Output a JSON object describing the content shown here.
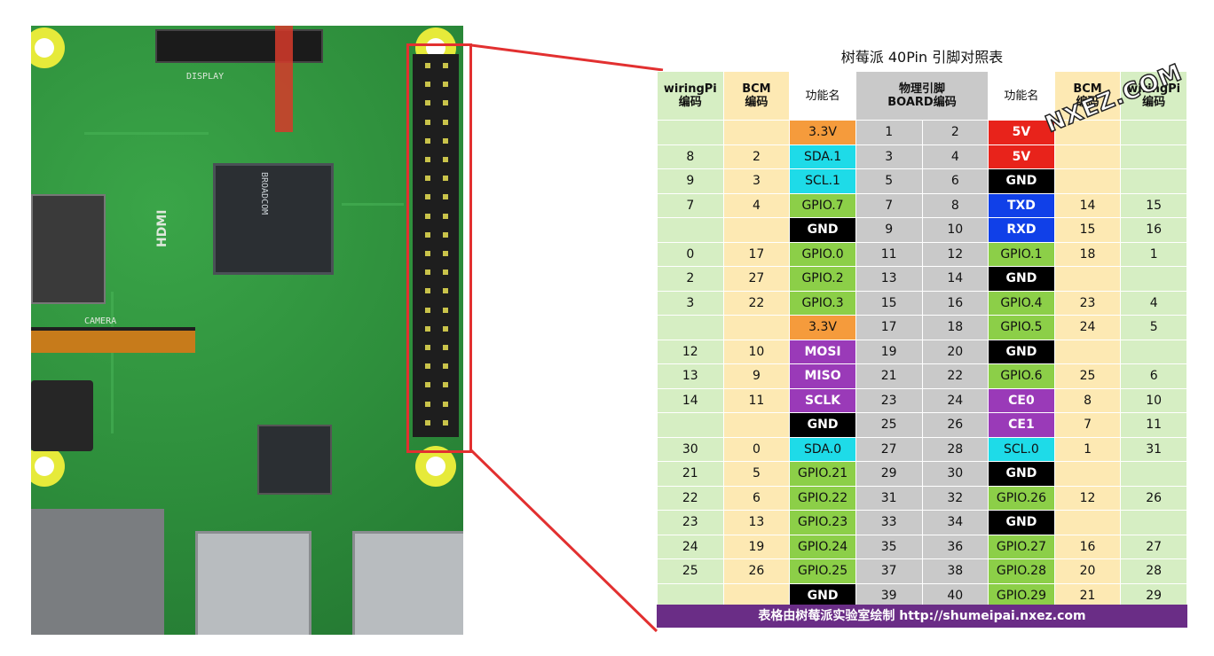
{
  "title": "树莓派 40Pin 引脚对照表",
  "footer": "表格由树莓派实验室绘制 http://shumeipai.nxez.com",
  "watermark": "NXEZ.COM",
  "colors": {
    "3.3v": "#f59b3c",
    "5v": "#e8231b",
    "gnd": "#000000",
    "i2c": "#1edbe8",
    "gpio": "#8ccf48",
    "uart": "#1040e8",
    "spi": "#9a3ab8",
    "wp_bg": "#d6eec3",
    "bcm_bg": "#fde9b3",
    "num_bg": "#c9c9c9",
    "footer_bg": "#6a2d86",
    "annotation": "#e23030"
  },
  "headers": {
    "wp_left": [
      "wiringPi",
      "编码"
    ],
    "bcm_left": [
      "BCM",
      "编码"
    ],
    "fn_left": "功能名",
    "board": [
      "物理引脚",
      "BOARD编码"
    ],
    "fn_right": "功能名",
    "bcm_right": [
      "BCM",
      "编码"
    ],
    "wp_right": [
      "wiringPi",
      "编码"
    ]
  },
  "board_labels": {
    "display": "DISPLAY",
    "camera": "CAMERA",
    "hdmi": "HDMI",
    "soc": "BROADCOM"
  },
  "rows": [
    {
      "wp_l": "",
      "bcm_l": "",
      "fn_l": "3.3V",
      "c_l": "3.3v",
      "p_l": "1",
      "p_r": "2",
      "fn_r": "5V",
      "c_r": "5v",
      "bcm_r": "",
      "wp_r": ""
    },
    {
      "wp_l": "8",
      "bcm_l": "2",
      "fn_l": "SDA.1",
      "c_l": "i2c",
      "p_l": "3",
      "p_r": "4",
      "fn_r": "5V",
      "c_r": "5v",
      "bcm_r": "",
      "wp_r": ""
    },
    {
      "wp_l": "9",
      "bcm_l": "3",
      "fn_l": "SCL.1",
      "c_l": "i2c",
      "p_l": "5",
      "p_r": "6",
      "fn_r": "GND",
      "c_r": "gnd",
      "bcm_r": "",
      "wp_r": ""
    },
    {
      "wp_l": "7",
      "bcm_l": "4",
      "fn_l": "GPIO.7",
      "c_l": "gpio",
      "p_l": "7",
      "p_r": "8",
      "fn_r": "TXD",
      "c_r": "uart",
      "bcm_r": "14",
      "wp_r": "15"
    },
    {
      "wp_l": "",
      "bcm_l": "",
      "fn_l": "GND",
      "c_l": "gnd",
      "p_l": "9",
      "p_r": "10",
      "fn_r": "RXD",
      "c_r": "uart",
      "bcm_r": "15",
      "wp_r": "16"
    },
    {
      "wp_l": "0",
      "bcm_l": "17",
      "fn_l": "GPIO.0",
      "c_l": "gpio",
      "p_l": "11",
      "p_r": "12",
      "fn_r": "GPIO.1",
      "c_r": "gpio",
      "bcm_r": "18",
      "wp_r": "1"
    },
    {
      "wp_l": "2",
      "bcm_l": "27",
      "fn_l": "GPIO.2",
      "c_l": "gpio",
      "p_l": "13",
      "p_r": "14",
      "fn_r": "GND",
      "c_r": "gnd",
      "bcm_r": "",
      "wp_r": ""
    },
    {
      "wp_l": "3",
      "bcm_l": "22",
      "fn_l": "GPIO.3",
      "c_l": "gpio",
      "p_l": "15",
      "p_r": "16",
      "fn_r": "GPIO.4",
      "c_r": "gpio",
      "bcm_r": "23",
      "wp_r": "4"
    },
    {
      "wp_l": "",
      "bcm_l": "",
      "fn_l": "3.3V",
      "c_l": "3.3v",
      "p_l": "17",
      "p_r": "18",
      "fn_r": "GPIO.5",
      "c_r": "gpio",
      "bcm_r": "24",
      "wp_r": "5"
    },
    {
      "wp_l": "12",
      "bcm_l": "10",
      "fn_l": "MOSI",
      "c_l": "spi",
      "p_l": "19",
      "p_r": "20",
      "fn_r": "GND",
      "c_r": "gnd",
      "bcm_r": "",
      "wp_r": ""
    },
    {
      "wp_l": "13",
      "bcm_l": "9",
      "fn_l": "MISO",
      "c_l": "spi",
      "p_l": "21",
      "p_r": "22",
      "fn_r": "GPIO.6",
      "c_r": "gpio",
      "bcm_r": "25",
      "wp_r": "6"
    },
    {
      "wp_l": "14",
      "bcm_l": "11",
      "fn_l": "SCLK",
      "c_l": "spi",
      "p_l": "23",
      "p_r": "24",
      "fn_r": "CE0",
      "c_r": "spi",
      "bcm_r": "8",
      "wp_r": "10"
    },
    {
      "wp_l": "",
      "bcm_l": "",
      "fn_l": "GND",
      "c_l": "gnd",
      "p_l": "25",
      "p_r": "26",
      "fn_r": "CE1",
      "c_r": "spi",
      "bcm_r": "7",
      "wp_r": "11"
    },
    {
      "wp_l": "30",
      "bcm_l": "0",
      "fn_l": "SDA.0",
      "c_l": "i2c",
      "p_l": "27",
      "p_r": "28",
      "fn_r": "SCL.0",
      "c_r": "i2c",
      "bcm_r": "1",
      "wp_r": "31"
    },
    {
      "wp_l": "21",
      "bcm_l": "5",
      "fn_l": "GPIO.21",
      "c_l": "gpio",
      "p_l": "29",
      "p_r": "30",
      "fn_r": "GND",
      "c_r": "gnd",
      "bcm_r": "",
      "wp_r": ""
    },
    {
      "wp_l": "22",
      "bcm_l": "6",
      "fn_l": "GPIO.22",
      "c_l": "gpio",
      "p_l": "31",
      "p_r": "32",
      "fn_r": "GPIO.26",
      "c_r": "gpio",
      "bcm_r": "12",
      "wp_r": "26"
    },
    {
      "wp_l": "23",
      "bcm_l": "13",
      "fn_l": "GPIO.23",
      "c_l": "gpio",
      "p_l": "33",
      "p_r": "34",
      "fn_r": "GND",
      "c_r": "gnd",
      "bcm_r": "",
      "wp_r": ""
    },
    {
      "wp_l": "24",
      "bcm_l": "19",
      "fn_l": "GPIO.24",
      "c_l": "gpio",
      "p_l": "35",
      "p_r": "36",
      "fn_r": "GPIO.27",
      "c_r": "gpio",
      "bcm_r": "16",
      "wp_r": "27"
    },
    {
      "wp_l": "25",
      "bcm_l": "26",
      "fn_l": "GPIO.25",
      "c_l": "gpio",
      "p_l": "37",
      "p_r": "38",
      "fn_r": "GPIO.28",
      "c_r": "gpio",
      "bcm_r": "20",
      "wp_r": "28"
    },
    {
      "wp_l": "",
      "bcm_l": "",
      "fn_l": "GND",
      "c_l": "gnd",
      "p_l": "39",
      "p_r": "40",
      "fn_r": "GPIO.29",
      "c_r": "gpio",
      "bcm_r": "21",
      "wp_r": "29"
    }
  ]
}
